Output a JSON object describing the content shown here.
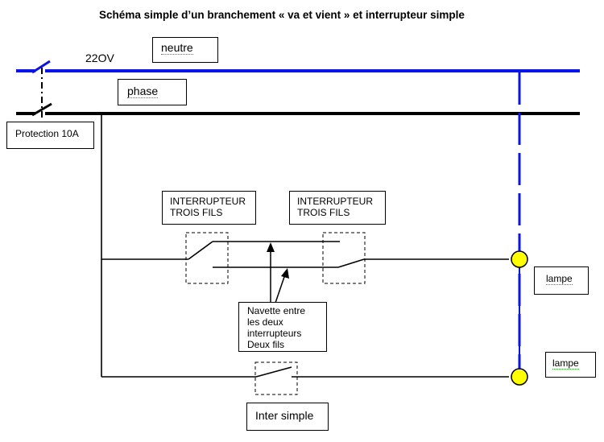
{
  "title": "Schéma simple d’un branchement « va et vient » et interrupteur simple",
  "labels": {
    "voltage": "22OV",
    "neutral": "neutre",
    "phase": "phase",
    "protection": "Protection 10A",
    "switch_3wire_left": "INTERRUPTEUR\nTROIS FILS",
    "switch_3wire_right": "INTERRUPTEUR\nTROIS FILS",
    "shuttle_note": "Navette entre\nles deux\ninterrupteurs\nDeux fils",
    "lamp_1": "lampe",
    "lamp_2": "lampe",
    "simple_switch": "Inter simple"
  },
  "colors": {
    "neutral_wire": "#0a14e6",
    "phase_wire": "#000000",
    "lamp": "#ffff00"
  }
}
